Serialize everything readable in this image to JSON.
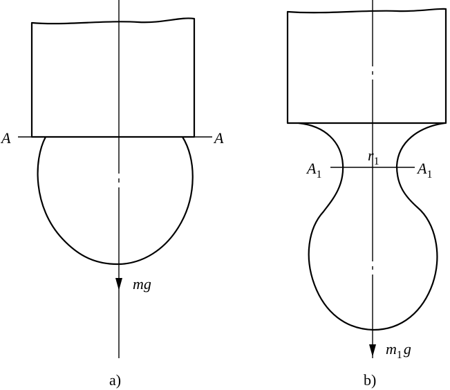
{
  "figure_a": {
    "section_left": "A",
    "section_right": "A",
    "force": "mg",
    "caption": "a)"
  },
  "figure_b": {
    "radius_symbol": "r",
    "radius_sub": "1",
    "section_left": "A",
    "section_left_sub": "1",
    "section_right": "A",
    "section_right_sub": "1",
    "force_main": "m",
    "force_sub": "1",
    "force_tail": "g",
    "caption": "b)"
  }
}
